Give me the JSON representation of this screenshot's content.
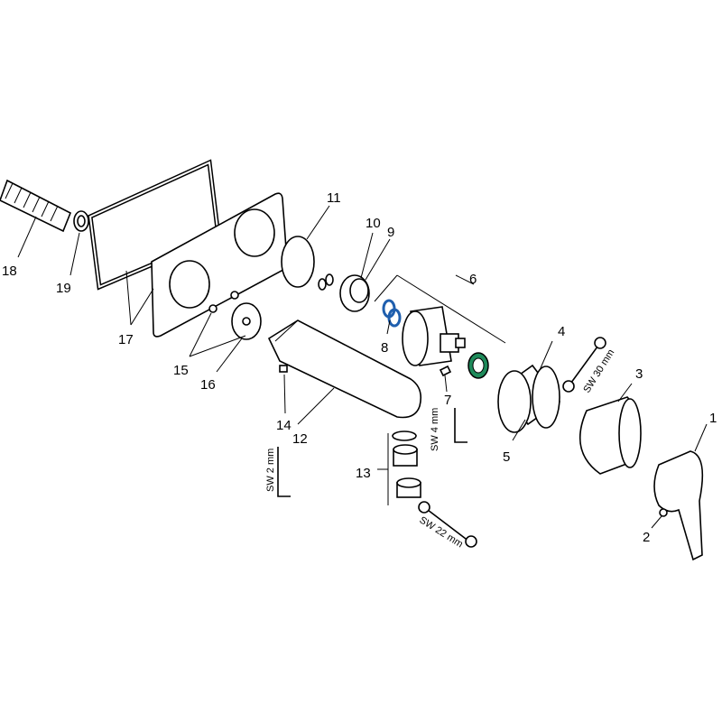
{
  "diagram": {
    "part_labels": {
      "p1": "1",
      "p2": "2",
      "p3": "3",
      "p4": "4",
      "p5": "5",
      "p6": "6",
      "p7": "7",
      "p8": "8",
      "p9": "9",
      "p10": "10",
      "p11": "11",
      "p12": "12",
      "p13": "13",
      "p14": "14",
      "p15": "15",
      "p16": "16",
      "p17": "17",
      "p18": "18",
      "p19": "19"
    },
    "tool_labels": {
      "sw30": "SW 30 mm",
      "sw4": "SW 4 mm",
      "sw2": "SW 2 mm",
      "sw22": "SW 22 mm"
    },
    "colors": {
      "o_ring_blue": "#1f5fae",
      "ring_green": "#1e8a5a"
    }
  }
}
